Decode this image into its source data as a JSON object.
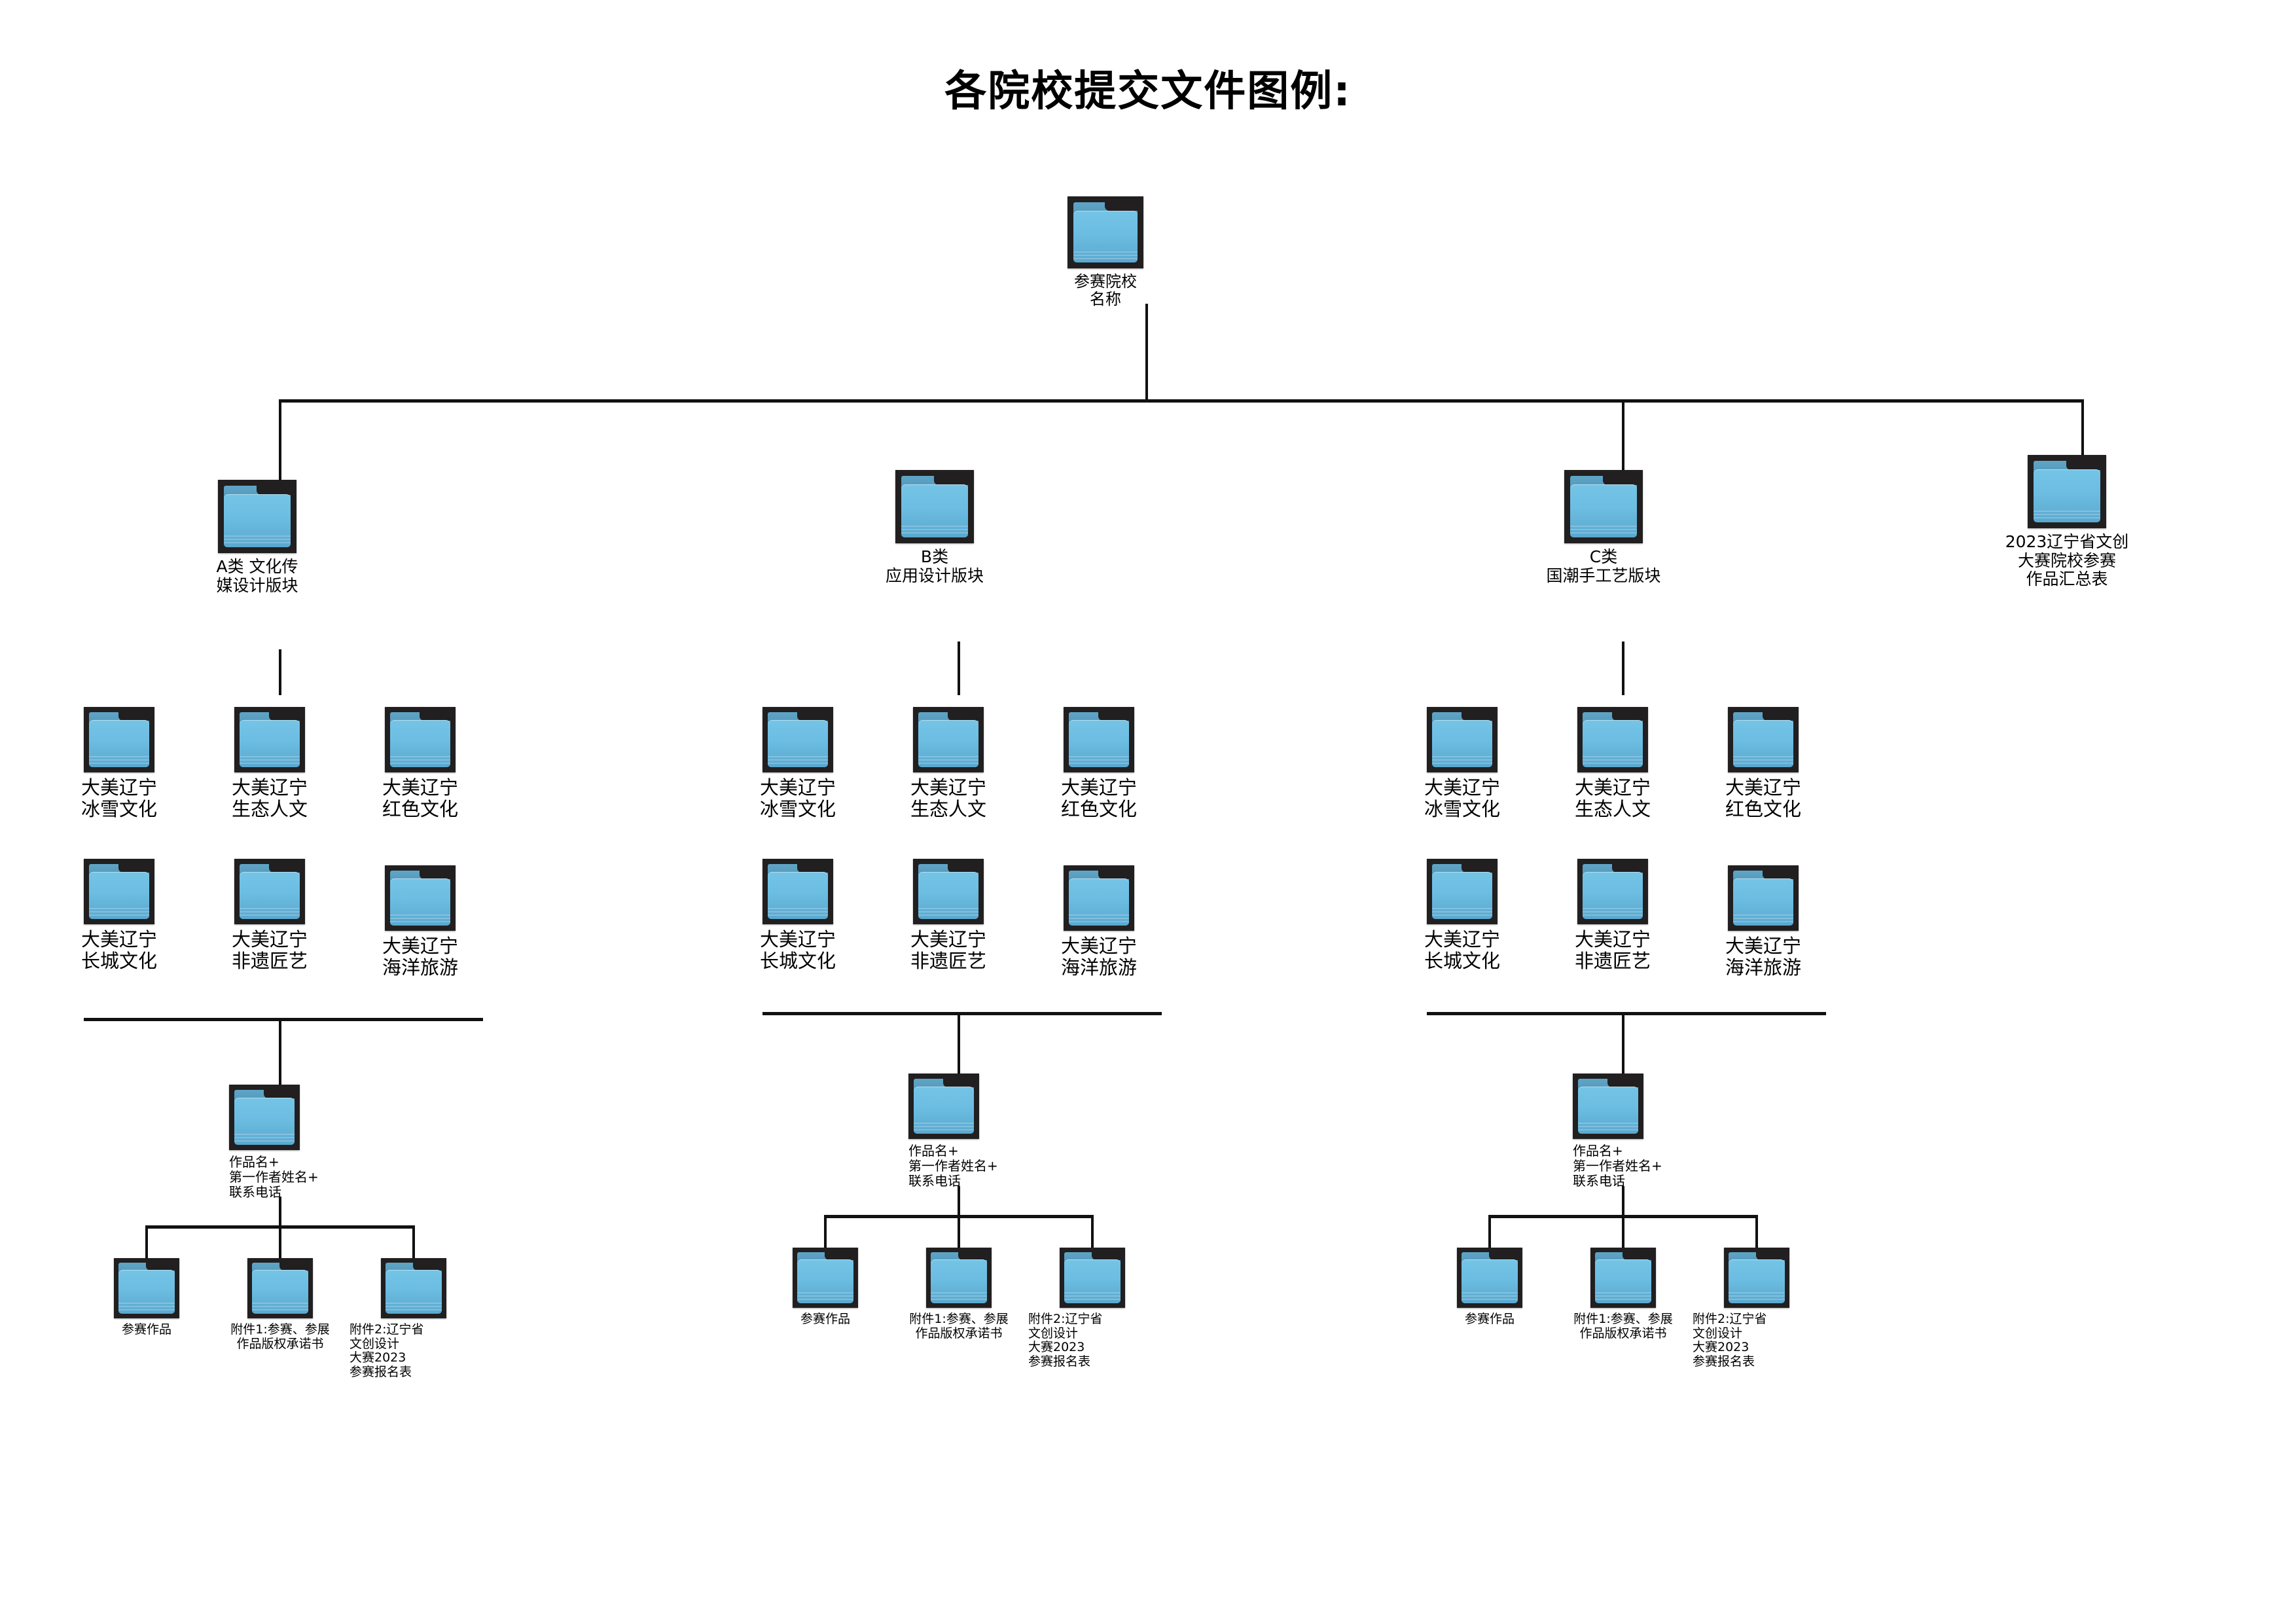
{
  "title": "各院校提交文件图例:",
  "icons": {
    "folder": "folder-icon"
  },
  "colors": {
    "folder_bg": "#211f20",
    "folder_back": "#4c90b4",
    "folder_front": "#6cbde2",
    "line": "#111111",
    "text": "#000000",
    "page_bg": "#ffffff"
  },
  "tree": {
    "root": {
      "label": "参赛院校名称"
    },
    "categories": [
      {
        "label": "A类 文化传\n媒设计版块"
      },
      {
        "label": "B类\n应用设计版块"
      },
      {
        "label": "C类\n国潮手工艺版块"
      },
      {
        "label": "2023辽宁省文创\n大赛院校参赛\n作品汇总表"
      }
    ],
    "themes": [
      {
        "label": "大美辽宁\n冰雪文化"
      },
      {
        "label": "大美辽宁\n生态人文"
      },
      {
        "label": "大美辽宁\n红色文化"
      },
      {
        "label": "大美辽宁\n长城文化"
      },
      {
        "label": "大美辽宁\n非遗匠艺"
      },
      {
        "label": "大美辽宁\n海洋旅游"
      }
    ],
    "work_folder": {
      "label": "作品名+\n第一作者姓名+\n联系电话"
    },
    "leaves": [
      {
        "label": "参赛作品"
      },
      {
        "label": "附件1:参赛、参展\n作品版权承诺书"
      },
      {
        "label": "附件2:辽宁省\n文创设计\n大赛2023\n参赛报名表"
      }
    ]
  }
}
